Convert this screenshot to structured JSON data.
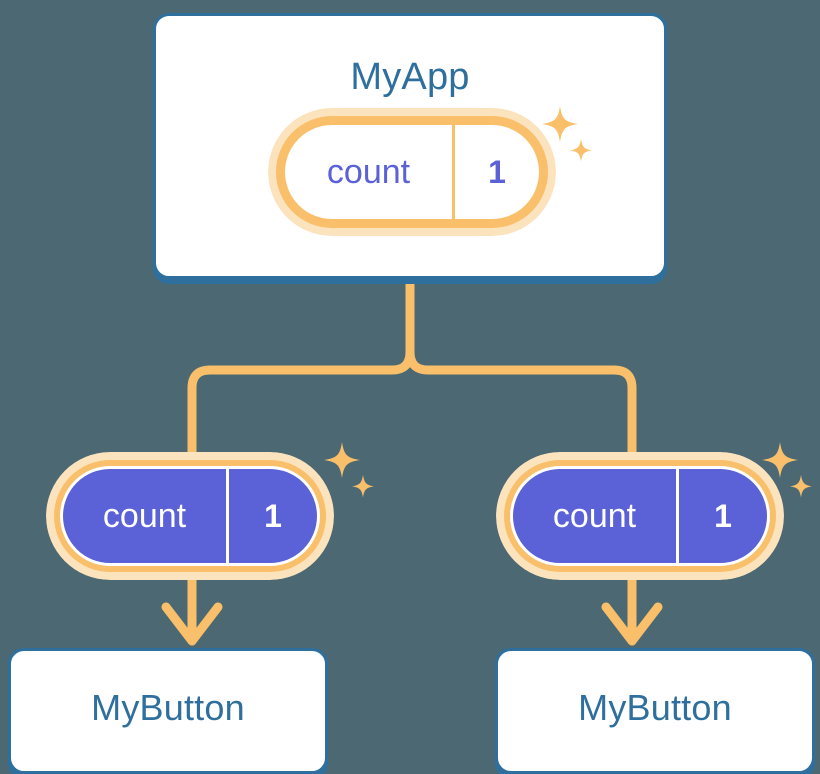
{
  "diagram": {
    "background_color": "#4c6973",
    "accent_orange": "#f9bf6a",
    "accent_orange_glow": "#fbe3bd",
    "accent_blue": "#2e6f9e",
    "accent_purple": "#5b61d6",
    "root": {
      "title": "MyApp",
      "signal": {
        "name": "count",
        "value": "1"
      }
    },
    "leaves": [
      {
        "title": "MyButton",
        "signal": {
          "name": "count",
          "value": "1"
        }
      },
      {
        "title": "MyButton",
        "signal": {
          "name": "count",
          "value": "1"
        }
      }
    ],
    "icons": {
      "sparkle_large": "four-pointed-star",
      "sparkle_small": "four-pointed-star",
      "arrow": "arrow-down"
    }
  }
}
